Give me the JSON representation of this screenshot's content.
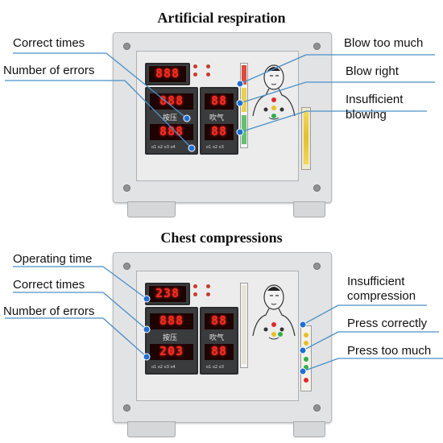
{
  "top": {
    "title": "Artificial respiration",
    "labels": {
      "correct_times": "Correct times",
      "number_of_errors": "Number of errors",
      "blow_too_much": "Blow too much",
      "blow_right": "Blow right",
      "insufficient_blowing_1": "Insufficient",
      "insufficient_blowing_2": "blowing"
    },
    "display": {
      "main": "888",
      "left_top": "888",
      "left_bottom": "888",
      "right_top": "88",
      "right_bottom": "88",
      "left_caption": "按压",
      "right_caption": "吹气"
    }
  },
  "bottom": {
    "title": "Chest compressions",
    "labels": {
      "operating_time": "Operating time",
      "correct_times": "Correct times",
      "number_of_errors": "Number of errors",
      "insufficient_compression_1": "Insufficient",
      "insufficient_compression_2": "compression",
      "press_correctly": "Press correctly",
      "press_too_much": "Press too much"
    },
    "display": {
      "main": "238",
      "left_top": "888",
      "left_bottom": "203",
      "right_top": "88",
      "right_bottom": "88",
      "left_caption": "按压",
      "right_caption": "吹气"
    }
  },
  "colors": {
    "callout_line": "#4a90c8",
    "callout_dot": "#1f6fd1",
    "segment_red": "#ff2a1f",
    "led_red": "#e02a2a",
    "led_yellow": "#e8c020",
    "led_green": "#2fb04a"
  }
}
